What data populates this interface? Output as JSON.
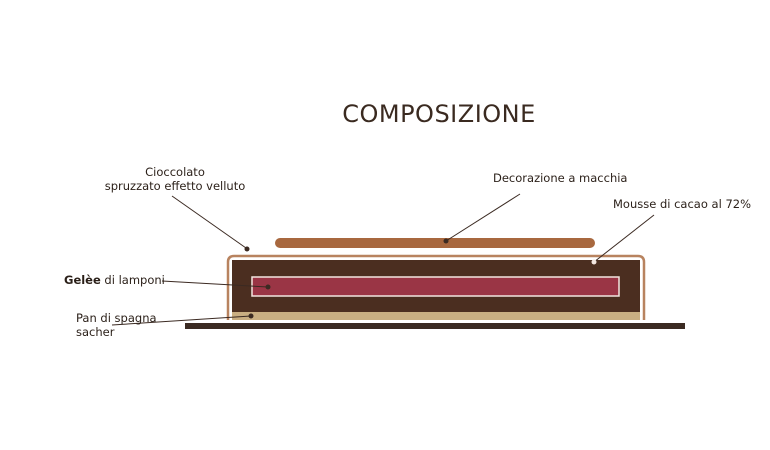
{
  "title": "COMPOSIZIONE",
  "layers": {
    "coating": {
      "line1": "Cioccolato",
      "line2": "spruzzato effetto velluto"
    },
    "decoration": {
      "label": "Decorazione a macchia"
    },
    "mousse": {
      "label": "Mousse di cacao al 72%"
    },
    "gelee": {
      "bold": "Gelèe",
      "rest": " di lamponi"
    },
    "sponge": {
      "line1": "Pan di spagna",
      "line2": "sacher"
    }
  },
  "colors": {
    "decoration": "#a8683f",
    "mousse": "#4b2e20",
    "gelee": "#9a3545",
    "sponge": "#c9ae82",
    "coating": "#b8835f",
    "base": "#3b2a22",
    "leader": "#3b2a22"
  }
}
